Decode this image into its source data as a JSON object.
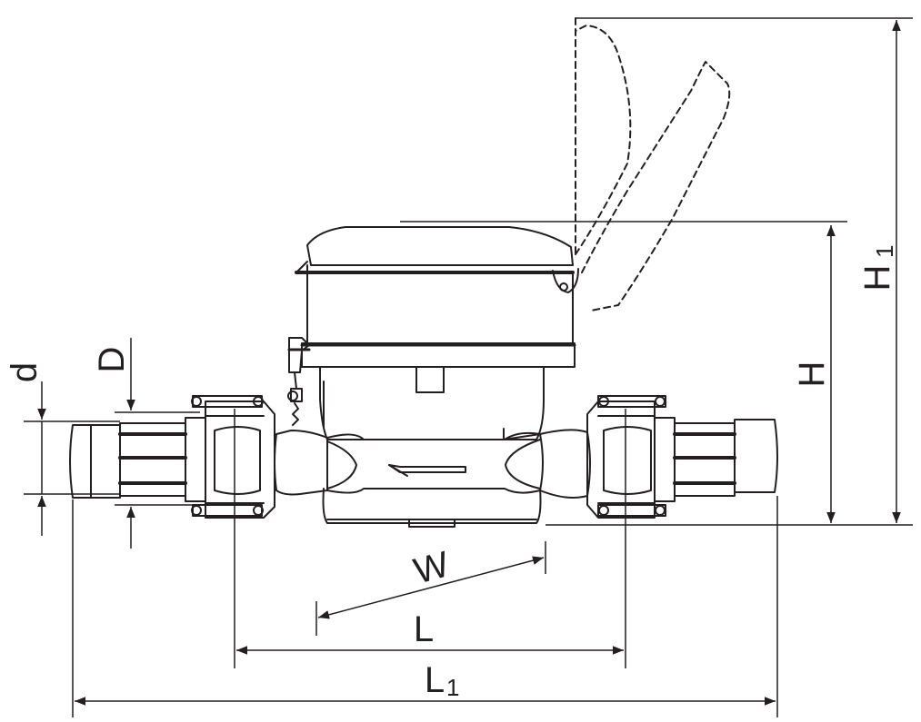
{
  "diagram": {
    "labels": {
      "d": "d",
      "D": "D",
      "H": "H",
      "H1_main": "H",
      "H1_sub": "1",
      "W": "W",
      "L": "L",
      "L1_main": "L",
      "L1_sub": "1"
    },
    "colors": {
      "stroke": "#231f20",
      "background": "#ffffff"
    }
  }
}
